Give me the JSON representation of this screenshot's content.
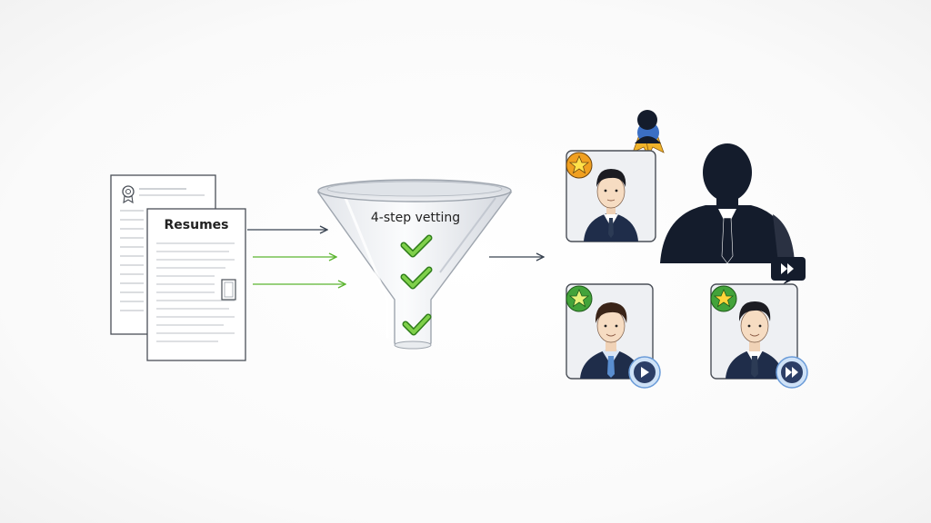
{
  "resumes": {
    "label": "Resumes"
  },
  "funnel": {
    "label": "4-step vetting",
    "checks": 3
  },
  "colors": {
    "check": "#5cb531",
    "arrow_dark": "#3a4452",
    "arrow_green": "#5cb531",
    "star_badge_orange": "#f0a020",
    "star_badge_green": "#43a33a",
    "play_badge": "#2c3e66",
    "silhouette": "#141c2c"
  },
  "icons": [
    "document-icon",
    "funnel-icon",
    "checkmark-icon",
    "star-badge-icon",
    "play-video-icon",
    "award-ribbon-icon",
    "person-silhouette-icon"
  ]
}
